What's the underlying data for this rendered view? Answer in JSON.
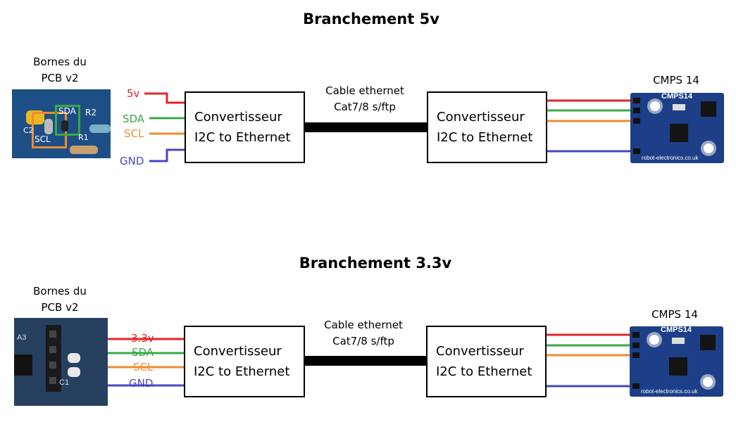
{
  "colors": {
    "red": "#e0262b",
    "green": "#3aa845",
    "orange": "#f08a30",
    "blue": "#4747c0",
    "black": "#000000"
  },
  "sections": [
    {
      "title": "Branchement 5v",
      "pcb_label_line1": "Bornes du",
      "pcb_label_line2": "PCB v2",
      "pcb_marks": [
        "SDA",
        "R2",
        "C2",
        "SCL",
        "R1"
      ],
      "wire_labels": [
        "5v",
        "SDA",
        "SCL",
        "GND"
      ],
      "left_box": [
        "Convertisseur",
        "I2C to Ethernet"
      ],
      "cable_label": [
        "Cable ethernet",
        "Cat7/8 s/ftp"
      ],
      "right_box": [
        "Convertisseur",
        "I2C to Ethernet"
      ],
      "module_label": "CMPS 14",
      "module_text": "CMPS14",
      "module_url": "robot-electronics.co.uk"
    },
    {
      "title": "Branchement 3.3v",
      "pcb_label_line1": "Bornes du",
      "pcb_label_line2": "PCB v2",
      "pcb_marks": [
        "A3",
        "C1"
      ],
      "wire_labels": [
        "3.3v",
        "SDA",
        "SCL",
        "GND"
      ],
      "left_box": [
        "Convertisseur",
        "I2C to Ethernet"
      ],
      "cable_label": [
        "Cable ethernet",
        "Cat7/8 s/ftp"
      ],
      "right_box": [
        "Convertisseur",
        "I2C to Ethernet"
      ],
      "module_label": "CMPS 14",
      "module_text": "CMPS14",
      "module_url": "robot-electronics.co.uk"
    }
  ]
}
